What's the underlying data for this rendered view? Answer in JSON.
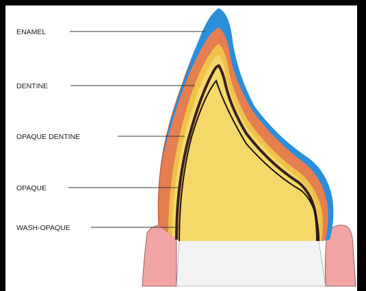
{
  "diagram": {
    "layers": [
      {
        "label": "ENAMEL",
        "color": "#2a8fdb"
      },
      {
        "label": "DENTINE",
        "color": "#e57f4f"
      },
      {
        "label": "OPAQUE DENTINE",
        "color": "#f0c24a"
      },
      {
        "label": "OPAQUE",
        "color": "#f4d96a"
      },
      {
        "label": "WASH-OPAQUE",
        "color": "#3a1f1f"
      }
    ],
    "colors": {
      "background": "#ffffff",
      "border": "#000000",
      "gingiva": "#f2a3a3",
      "core": "#f3f3f6",
      "leader_line": "#333333"
    }
  }
}
